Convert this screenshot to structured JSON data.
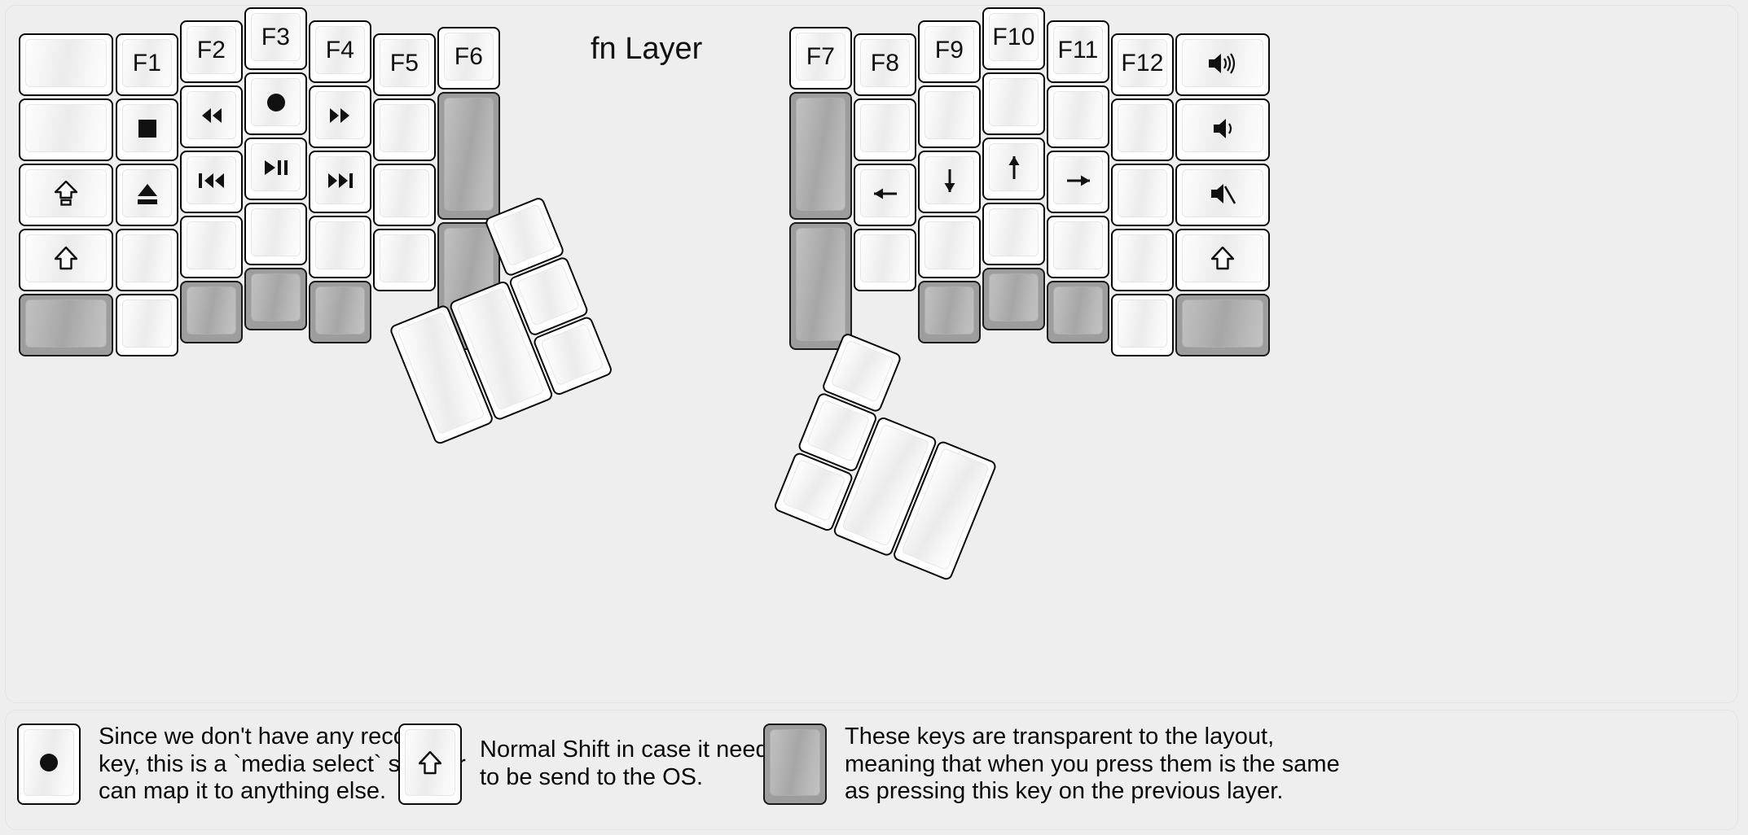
{
  "title": "fn Layer",
  "colors": {
    "background": "#eeeeee",
    "key_face": "#f4f4f4",
    "key_border": "#0a0a0a",
    "transparent_key": "#9d9d9d"
  },
  "legend": [
    {
      "icon": "record-icon",
      "text": "Since we don't have any recording\nkey, this is a `media select` so user\ncan map it to anything else."
    },
    {
      "icon": "shift-icon",
      "text": "Normal Shift in case it needs\nto be send to the OS."
    },
    {
      "icon": "transparent-key-icon",
      "text": "These keys are transparent to the layout,\nmeaning that when you press them is the same\nas pressing this key on the previous layer."
    }
  ],
  "left_half": {
    "columns": [
      {
        "name": "col-pinky-outer",
        "keys": [
          {
            "label": "",
            "icon": "",
            "transparent": false
          },
          {
            "label": "",
            "icon": "",
            "transparent": false
          },
          {
            "label": "",
            "icon": "caps-lock-icon",
            "transparent": false
          },
          {
            "label": "",
            "icon": "shift-icon",
            "transparent": false
          },
          {
            "label": "",
            "icon": "",
            "transparent": true
          }
        ]
      },
      {
        "name": "col-pinky",
        "keys": [
          {
            "label": "F1",
            "icon": "",
            "transparent": false
          },
          {
            "label": "",
            "icon": "media-stop-icon",
            "transparent": false
          },
          {
            "label": "",
            "icon": "media-eject-icon",
            "transparent": false
          },
          {
            "label": "",
            "icon": "",
            "transparent": false
          },
          {
            "label": "",
            "icon": "",
            "transparent": false
          }
        ]
      },
      {
        "name": "col-ring",
        "keys": [
          {
            "label": "F2",
            "icon": "",
            "transparent": false
          },
          {
            "label": "",
            "icon": "media-rewind-icon",
            "transparent": false
          },
          {
            "label": "",
            "icon": "media-prev-track-icon",
            "transparent": false
          },
          {
            "label": "",
            "icon": "",
            "transparent": false
          },
          {
            "label": "",
            "icon": "",
            "transparent": true
          }
        ]
      },
      {
        "name": "col-middle",
        "keys": [
          {
            "label": "F3",
            "icon": "",
            "transparent": false
          },
          {
            "label": "",
            "icon": "media-record-icon",
            "transparent": false
          },
          {
            "label": "",
            "icon": "media-play-pause-icon",
            "transparent": false
          },
          {
            "label": "",
            "icon": "",
            "transparent": false
          },
          {
            "label": "",
            "icon": "",
            "transparent": true
          }
        ]
      },
      {
        "name": "col-index",
        "keys": [
          {
            "label": "F4",
            "icon": "",
            "transparent": false
          },
          {
            "label": "",
            "icon": "media-fast-forward-icon",
            "transparent": false
          },
          {
            "label": "",
            "icon": "media-next-track-icon",
            "transparent": false
          },
          {
            "label": "",
            "icon": "",
            "transparent": false
          },
          {
            "label": "",
            "icon": "",
            "transparent": true
          }
        ]
      },
      {
        "name": "col-index-inner",
        "keys": [
          {
            "label": "F5",
            "icon": "",
            "transparent": false
          },
          {
            "label": "",
            "icon": "",
            "transparent": false
          },
          {
            "label": "",
            "icon": "",
            "transparent": false
          },
          {
            "label": "",
            "icon": "",
            "transparent": false
          }
        ]
      },
      {
        "name": "col-inner",
        "keys": [
          {
            "label": "F6",
            "icon": "",
            "transparent": false
          },
          {
            "label": "",
            "icon": "",
            "transparent": true
          },
          {
            "label": "",
            "icon": "",
            "transparent": true
          }
        ]
      }
    ],
    "thumbs": [
      {
        "name": "thumb-left-1",
        "label": "",
        "transparent": false
      },
      {
        "name": "thumb-left-2",
        "label": "",
        "transparent": false
      },
      {
        "name": "thumb-left-3",
        "label": "",
        "transparent": false
      },
      {
        "name": "thumb-left-4",
        "label": "",
        "transparent": false
      },
      {
        "name": "thumb-left-5",
        "label": "",
        "transparent": false
      }
    ]
  },
  "right_half": {
    "columns": [
      {
        "name": "col-inner",
        "keys": [
          {
            "label": "F7",
            "icon": "",
            "transparent": false
          },
          {
            "label": "",
            "icon": "",
            "transparent": true
          },
          {
            "label": "",
            "icon": "",
            "transparent": true
          }
        ]
      },
      {
        "name": "col-index-inner",
        "keys": [
          {
            "label": "F8",
            "icon": "",
            "transparent": false
          },
          {
            "label": "",
            "icon": "",
            "transparent": false
          },
          {
            "label": "",
            "icon": "arrow-left-icon",
            "transparent": false
          },
          {
            "label": "",
            "icon": "",
            "transparent": false
          }
        ]
      },
      {
        "name": "col-index",
        "keys": [
          {
            "label": "F9",
            "icon": "",
            "transparent": false
          },
          {
            "label": "",
            "icon": "",
            "transparent": false
          },
          {
            "label": "",
            "icon": "arrow-down-icon",
            "transparent": false
          },
          {
            "label": "",
            "icon": "",
            "transparent": false
          },
          {
            "label": "",
            "icon": "",
            "transparent": true
          }
        ]
      },
      {
        "name": "col-middle",
        "keys": [
          {
            "label": "F10",
            "icon": "",
            "transparent": false
          },
          {
            "label": "",
            "icon": "",
            "transparent": false
          },
          {
            "label": "",
            "icon": "arrow-up-icon",
            "transparent": false
          },
          {
            "label": "",
            "icon": "",
            "transparent": false
          },
          {
            "label": "",
            "icon": "",
            "transparent": true
          }
        ]
      },
      {
        "name": "col-ring",
        "keys": [
          {
            "label": "F11",
            "icon": "",
            "transparent": false
          },
          {
            "label": "",
            "icon": "",
            "transparent": false
          },
          {
            "label": "",
            "icon": "arrow-right-icon",
            "transparent": false
          },
          {
            "label": "",
            "icon": "",
            "transparent": false
          },
          {
            "label": "",
            "icon": "",
            "transparent": true
          }
        ]
      },
      {
        "name": "col-pinky",
        "keys": [
          {
            "label": "F12",
            "icon": "",
            "transparent": false
          },
          {
            "label": "",
            "icon": "",
            "transparent": false
          },
          {
            "label": "",
            "icon": "",
            "transparent": false
          },
          {
            "label": "",
            "icon": "",
            "transparent": false
          },
          {
            "label": "",
            "icon": "",
            "transparent": false
          }
        ]
      },
      {
        "name": "col-pinky-outer",
        "keys": [
          {
            "label": "",
            "icon": "volume-up-icon",
            "transparent": false
          },
          {
            "label": "",
            "icon": "volume-down-icon",
            "transparent": false
          },
          {
            "label": "",
            "icon": "volume-mute-icon",
            "transparent": false
          },
          {
            "label": "",
            "icon": "shift-icon",
            "transparent": false
          },
          {
            "label": "",
            "icon": "",
            "transparent": true
          }
        ]
      }
    ],
    "thumbs": [
      {
        "name": "thumb-right-1",
        "label": "",
        "transparent": false
      },
      {
        "name": "thumb-right-2",
        "label": "",
        "transparent": false
      },
      {
        "name": "thumb-right-3",
        "label": "",
        "transparent": false
      },
      {
        "name": "thumb-right-4",
        "label": "",
        "transparent": false
      },
      {
        "name": "thumb-right-5",
        "label": "",
        "transparent": false
      }
    ]
  }
}
